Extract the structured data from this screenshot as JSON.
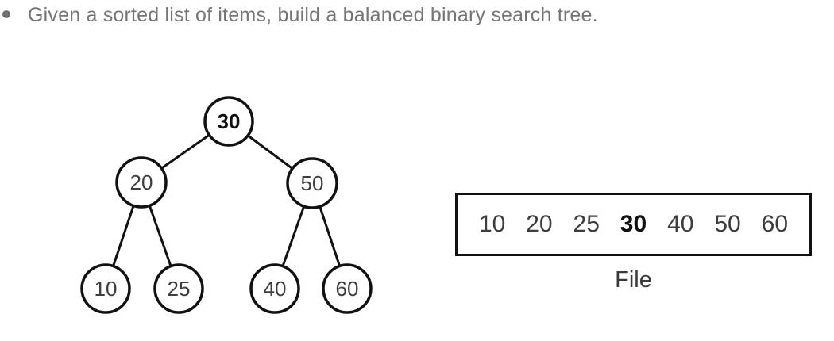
{
  "slide": {
    "bullet_text": "Given a sorted list of items, build a balanced binary search tree."
  },
  "tree": {
    "description": "balanced binary search tree",
    "nodes": [
      {
        "label": "30",
        "role": "root",
        "emphasized": true
      },
      {
        "label": "20",
        "role": "internal"
      },
      {
        "label": "50",
        "role": "internal"
      },
      {
        "label": "10",
        "role": "leaf"
      },
      {
        "label": "25",
        "role": "leaf"
      },
      {
        "label": "40",
        "role": "leaf"
      },
      {
        "label": "60",
        "role": "leaf"
      }
    ],
    "edges": [
      [
        "30",
        "20"
      ],
      [
        "30",
        "50"
      ],
      [
        "20",
        "10"
      ],
      [
        "20",
        "25"
      ],
      [
        "50",
        "40"
      ],
      [
        "50",
        "60"
      ]
    ]
  },
  "file_box": {
    "values": [
      "10",
      "20",
      "25",
      "30",
      "40",
      "50",
      "60"
    ],
    "bold_value": "30",
    "caption": "File"
  },
  "colors": {
    "bullet_text": "#757575",
    "node_stroke": "#111111",
    "node_text": "#3d3d3d",
    "emphasis_text": "#111111",
    "background": "#ffffff"
  }
}
